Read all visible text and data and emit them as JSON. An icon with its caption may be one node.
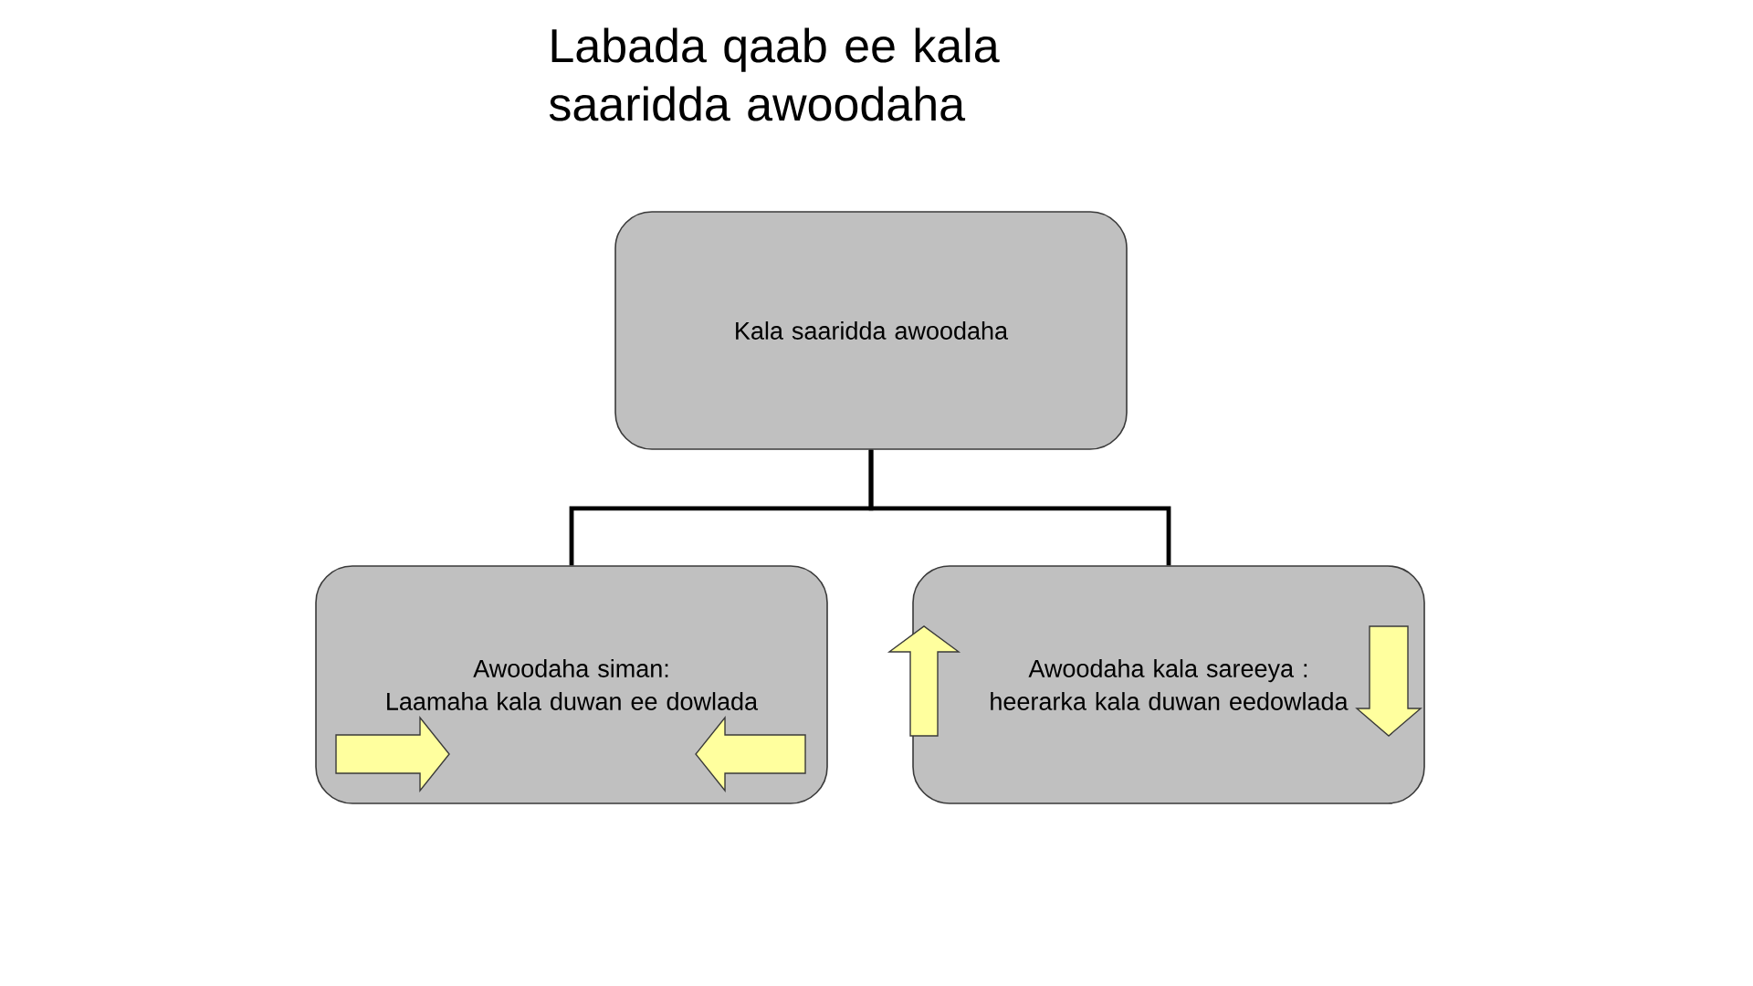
{
  "diagram": {
    "title": "Labada qaab ee kala saaridda awoodaha",
    "nodes": [
      {
        "text": [
          "Kala saaridda awoodaha"
        ]
      },
      {
        "text": [
          "Awoodaha siman:",
          "Laamaha kala duwan ee dowlada"
        ]
      },
      {
        "text": [
          "Awoodaha kala sareeya : heerarka kala duwan eedowlada"
        ]
      }
    ],
    "edges": [
      {
        "from": 0,
        "to": 1,
        "arrow": "none"
      },
      {
        "from": 0,
        "to": 2,
        "arrow": "none"
      }
    ]
  }
}
